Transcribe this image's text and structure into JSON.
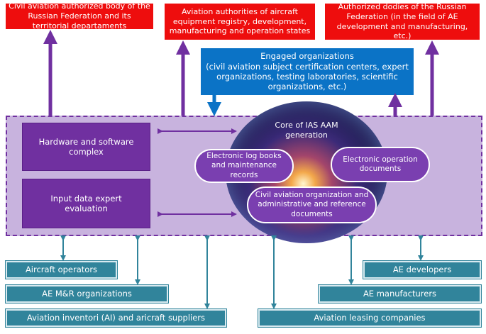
{
  "top": {
    "left": "Civil aviation authorized body of the Russian Federation and its territorial departaments",
    "center": "Aviation authorities of aircraft equipment registry, development, manufacturing and operation states",
    "right": "Authorized dodies of the Russian Federation (in the field of AE development and manufacturing, etc.)"
  },
  "engaged": "Engaged organizations\n(civil aviation subject certification centers, expert organizations, testing laboratories, scientific organizations, etc.)",
  "left_boxes": {
    "hardware": "Hardware and software complex",
    "input": "Input data expert evaluation"
  },
  "core": {
    "title": "Core of IAS AAM generation",
    "logbooks": "Electronic log books and maintenance records",
    "operation_docs": "Electronic operation documents",
    "admin_docs": "Civil aviation organization and administrative and reference documents"
  },
  "bottom": {
    "aircraft_operators": "Aircraft operators",
    "mr_orgs": "AE M&R organizations",
    "inventori": "Aviation inventori (AI) and aricraft suppliers",
    "ae_developers": "AE developers",
    "ae_manufacturers": "AE manufacturers",
    "leasing": "Aviation leasing companies"
  },
  "colors": {
    "authority_red": "#ee0d0d",
    "engaged_blue": "#0b73c6",
    "purple": "#7030a0",
    "teal": "#31849b",
    "region": "#c8b3de"
  }
}
